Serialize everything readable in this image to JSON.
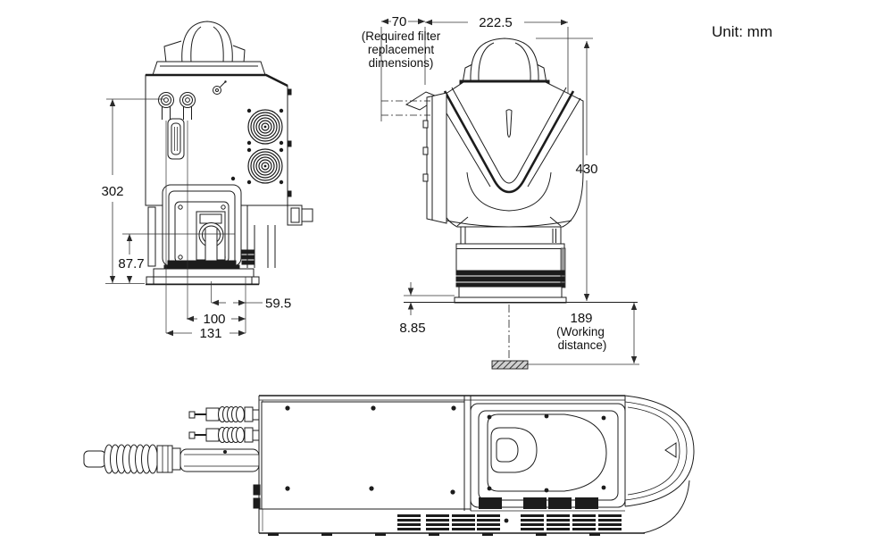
{
  "unit_label": "Unit: mm",
  "views": {
    "rear": {
      "dimensions": {
        "total_height": "302",
        "bracket_height": "87.7",
        "cable_offset": "59.5",
        "mount_width": "100",
        "base_width": "131"
      }
    },
    "front": {
      "dimensions": {
        "filter_width": "70",
        "filter_note_lines": [
          "(Required filter",
          "replacement",
          "dimensions)"
        ],
        "head_width": "222.5",
        "total_height": "430",
        "base_clearance": "8.85",
        "working_distance": "189",
        "working_distance_note_lines": [
          "(Working",
          "distance)"
        ]
      }
    }
  }
}
